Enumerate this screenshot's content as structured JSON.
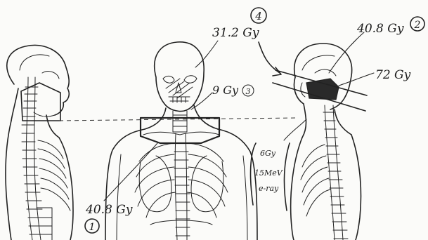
{
  "annotations": {
    "dose_1": "40.8 Gy",
    "marker_1": "1",
    "dose_2": "40.8 Gy",
    "marker_2": "2",
    "dose_3": "9 Gy",
    "marker_3": "3",
    "dose_4": "31.2 Gy",
    "marker_4": "4",
    "boost_dose": "72 Gy",
    "side_note_1": "6Gy",
    "side_note_2": "15MeV",
    "side_note_3": "e-ray"
  },
  "colors": {
    "ink": "#222222",
    "paper": "#fbfbf9",
    "boost_fill": "#2a2a2a"
  }
}
